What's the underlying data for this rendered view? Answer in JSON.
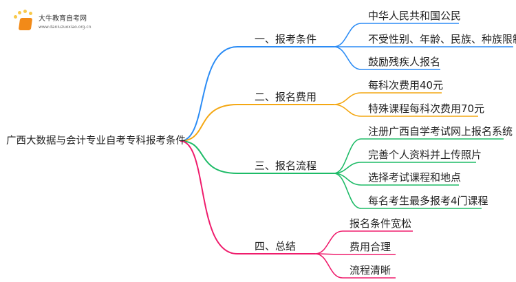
{
  "logo": {
    "name": "大牛教育自考网",
    "url": "www.daniuzuoxiao.org.cn"
  },
  "root": "广西大数据与会计专业自考专科报考条件",
  "colors": {
    "b1": "#2b8cf5",
    "b2": "#f4a712",
    "b3": "#1dbb67",
    "b4": "#ef1c6c"
  },
  "branches": [
    {
      "label": "一、报考条件",
      "children": [
        "中华人民共和国公民",
        "不受性别、年龄、民族、种族限制",
        "鼓励残疾人报名"
      ]
    },
    {
      "label": "二、报名费用",
      "children": [
        "每科次费用40元",
        "特殊课程每科次费用70元"
      ]
    },
    {
      "label": "三、报名流程",
      "children": [
        "注册广西自学考试网上报名系统",
        "完善个人资料并上传照片",
        "选择考试课程和地点",
        "每名考生最多报考4门课程"
      ]
    },
    {
      "label": "四、总结",
      "children": [
        "报名条件宽松",
        "费用合理",
        "流程清晰"
      ]
    }
  ]
}
